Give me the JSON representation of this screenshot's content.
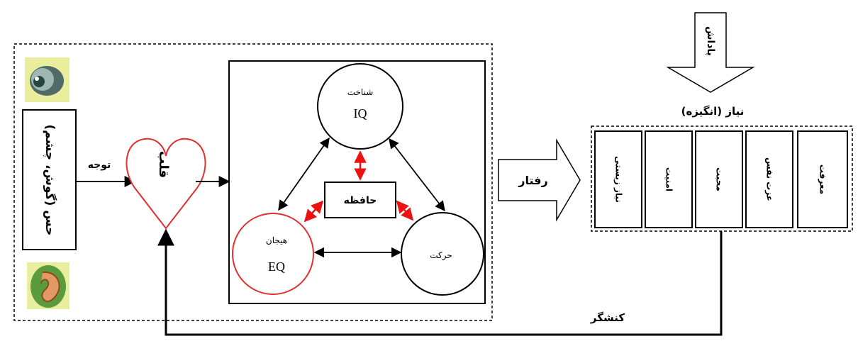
{
  "labels": {
    "senses": "حس (گوش، چشم)",
    "attention": "توجه",
    "heart": "قلب",
    "cognition": "شناخت",
    "iq": "IQ",
    "memory": "حافظه",
    "emotion": "هیجان",
    "eq": "EQ",
    "movement": "حرکت",
    "behavior": "رفتار",
    "reward": "پاداش",
    "need_motivation": "نیاز (انگیزه)",
    "actor": "کنشگر"
  },
  "needs": [
    "نیاز زیستی",
    "امنیت",
    "محبت",
    "عزت نفس",
    "معرفت"
  ],
  "colors": {
    "line": "#000000",
    "heart": "#e03030",
    "red_arrow": "#ee1111",
    "eye_bg": "#e8ee9c",
    "ear_bg": "#e8ee9c"
  },
  "icons": {
    "eye": "eye-icon",
    "ear": "ear-icon"
  }
}
